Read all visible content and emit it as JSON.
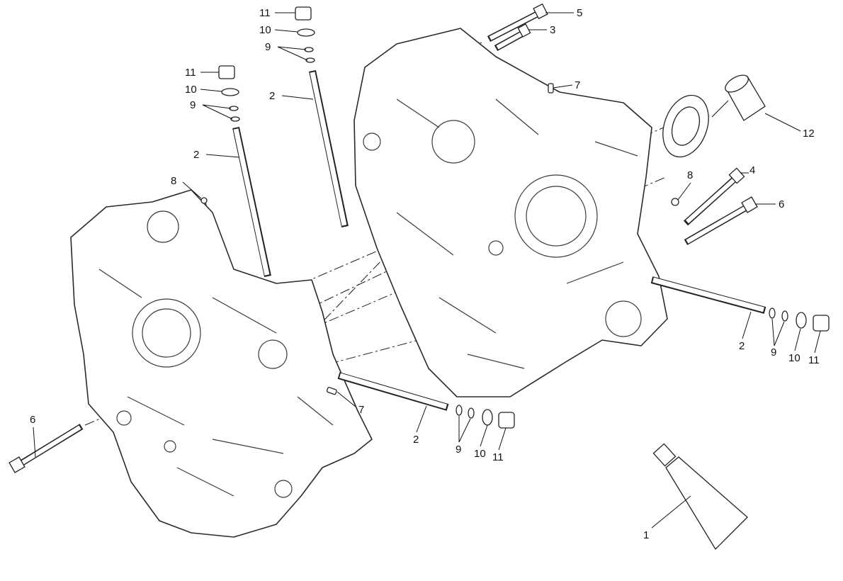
{
  "diagram": {
    "title": "Crankcase halves exploded view",
    "callouts": [
      "11",
      "10",
      "9",
      "2",
      "5",
      "3",
      "11",
      "10",
      "9",
      "2",
      "7",
      "12",
      "8",
      "8",
      "4",
      "6",
      "2",
      "9",
      "10",
      "11",
      "7",
      "6",
      "2",
      "9",
      "10",
      "11",
      "1"
    ]
  }
}
